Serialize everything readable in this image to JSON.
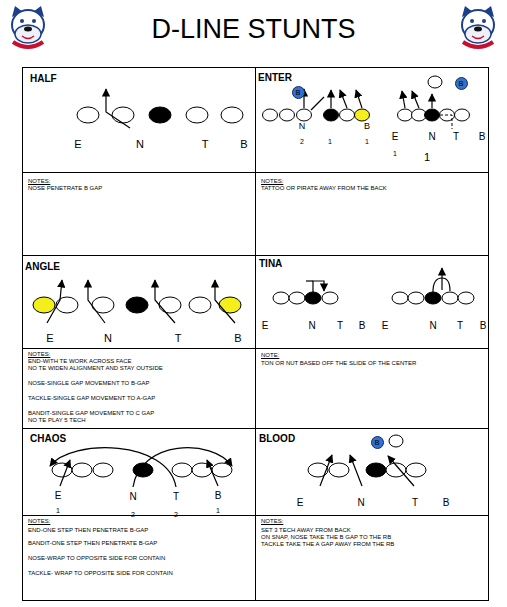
{
  "diagram": {
    "title": "D-LINE STUNTS",
    "nodes": [
      {
        "text": [
          "HALF"
        ]
      },
      {
        "text": [
          "ENTER"
        ]
      },
      {
        "text": [
          "B"
        ],
        "in": 1
      },
      {
        "text": [
          "B"
        ],
        "in": 1
      },
      {
        "text": [
          "NOTES:",
          "NOSE PENETRATE B GAP"
        ]
      },
      {
        "text": [
          "NOTES:",
          "TATTOO OR PIRATE AWAY FROM THE BACK"
        ]
      },
      {
        "text": [
          "ANGLE"
        ]
      },
      {
        "text": [
          "TINA"
        ]
      },
      {
        "text": [
          "NOTES:",
          "END-WITH TE WORK ACROSS FACE",
          "NO TE WIDEN ALIGNMENT AND STAY OUTSIDE",
          "NOSE-SINGLE GAP MOVEMENT TO B-GAP",
          "TACKLE-SINGLE GAP MOVEMENT TO A-GAP",
          "BANDIT-SINGLE GAP MOVEMENT TO C GAP",
          "NO TE PLAY 5 TECH"
        ]
      },
      {
        "text": [
          "NOTE:",
          "TON OR NUT BASED OFF THE SLIDE OF THE CENTER"
        ]
      },
      {
        "text": [
          "CHAOS"
        ]
      },
      {
        "text": [
          "BLOOD"
        ]
      },
      {
        "text": [
          "B"
        ],
        "in": 11
      },
      {
        "text": [
          "NOTES:",
          "END-ONE STEP THEN PENETRATE B-GAP",
          "BANDIT-ONE STEP THEN PENETRATE B-GAP",
          "NOSE-WRAP TO OPPOSITE SIDE FOR CONTAIN",
          "TACKLE- WRAP TO OPPOSITE SIDE FOR CONTAIN"
        ]
      },
      {
        "text": [
          "NOTES:",
          "SET 3 TECH AWAY FROM BACK",
          "ON SNAP, NOSE TAKE THE B GAP TO THE RB",
          "TACKLE TAKE THE A GAP AWAY FROM THE RB"
        ]
      }
    ],
    "labels": [
      "E",
      "N",
      "T",
      "B",
      "N",
      "B",
      "2",
      "1",
      "1",
      "E",
      "N",
      "T",
      "B",
      "1",
      "1",
      "E",
      "N",
      "T",
      "B",
      "E",
      "N",
      "T",
      "B",
      "E",
      "N",
      "T",
      "B",
      "E",
      "N",
      "T",
      "B",
      "1",
      "2",
      "2",
      "1",
      "E",
      "N",
      "T",
      "B"
    ]
  }
}
